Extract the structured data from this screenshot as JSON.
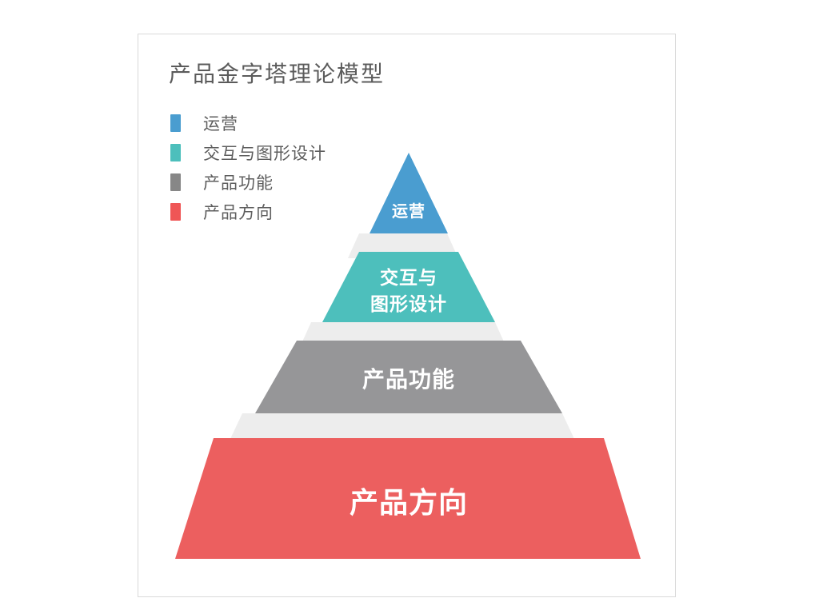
{
  "page": {
    "background_color": "#ffffff",
    "card_border_color": "#d9d9d9",
    "card_background": "#ffffff"
  },
  "header": {
    "title": "产品金字塔理论模型",
    "title_color": "#5b5b5b"
  },
  "legend": {
    "items": [
      {
        "label": "运营",
        "color": "#4A9DD0"
      },
      {
        "label": "交互与图形设计",
        "color": "#4DBFBC"
      },
      {
        "label": "产品功能",
        "color": "#878787"
      },
      {
        "label": "产品方向",
        "color": "#EF5656"
      }
    ]
  },
  "chart_data": {
    "type": "pyramid",
    "title": "产品金字塔理论模型",
    "shadow_color": "#ededed",
    "label_color": "#ffffff",
    "levels": [
      {
        "rank": 1,
        "label": "运营",
        "lines": [
          "运营"
        ],
        "color": "#4A9DD0",
        "shape": "triangle",
        "font_size": 20
      },
      {
        "rank": 2,
        "label": "交互与图形设计",
        "lines": [
          "交互与",
          "图形设计"
        ],
        "color": "#4DBFBC",
        "shape": "trapezoid",
        "font_size": 23
      },
      {
        "rank": 3,
        "label": "产品功能",
        "lines": [
          "产品功能"
        ],
        "color": "#969698",
        "shape": "trapezoid",
        "font_size": 28
      },
      {
        "rank": 4,
        "label": "产品方向",
        "lines": [
          "产品方向"
        ],
        "color": "#EC5F5F",
        "shape": "trapezoid",
        "font_size": 36
      }
    ]
  }
}
